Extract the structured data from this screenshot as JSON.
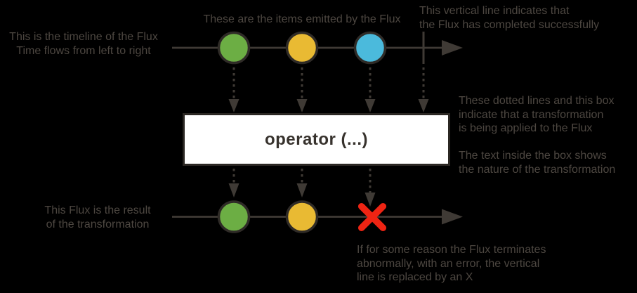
{
  "operator_box": {
    "label": "operator (...)"
  },
  "annotations": {
    "timeline": {
      "lines": [
        "This is the timeline of the Flux",
        "Time flows from left to right"
      ]
    },
    "items": {
      "lines": [
        "These are the items emitted by the Flux"
      ]
    },
    "complete": {
      "lines": [
        "This vertical line indicates that",
        "the Flux has completed successfully"
      ]
    },
    "transform": {
      "lines": [
        "These dotted lines and this box",
        "indicate that a transformation",
        "is being applied to the Flux"
      ]
    },
    "box_text": {
      "lines": [
        "The text inside the box shows",
        "the nature of the transformation"
      ]
    },
    "result": {
      "lines": [
        "This Flux is the result",
        "of the transformation"
      ]
    },
    "error": {
      "lines": [
        "If for some reason the Flux terminates",
        "abnormally, with an error, the vertical",
        "line is replaced by an X"
      ]
    }
  },
  "marbles": {
    "source": [
      "green",
      "yellow",
      "blue"
    ],
    "result": [
      "green",
      "yellow"
    ],
    "source_termination": "complete",
    "result_termination": "error"
  },
  "colors": {
    "background": "#000000",
    "marble_green": "#6cae44",
    "marble_yellow": "#e9ba33",
    "marble_blue": "#4bbadc",
    "marble_outline": "#2f2b27",
    "line": "#3f3a35",
    "error_red": "#ee2413",
    "box_bg": "#ffffff",
    "box_border": "#2b2723",
    "box_text": "#37322d",
    "annotation_text": "#4d4741"
  }
}
